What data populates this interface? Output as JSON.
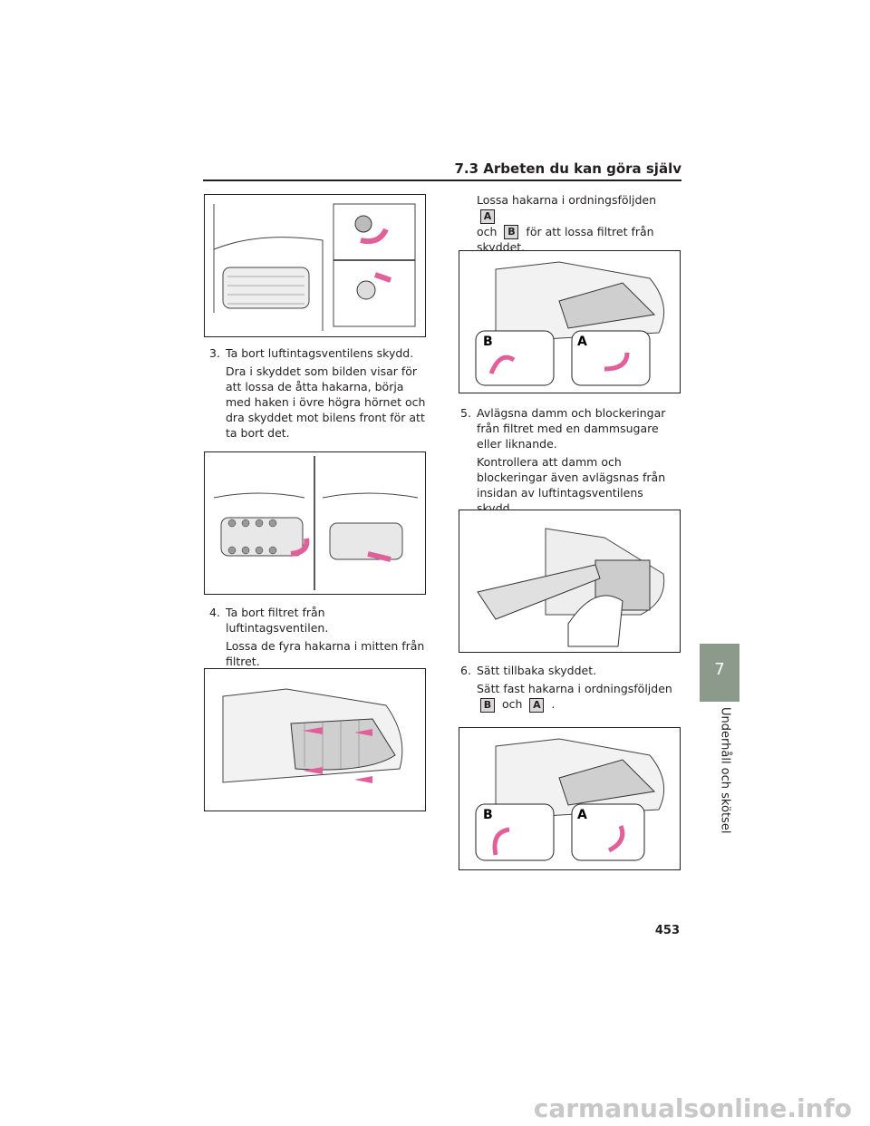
{
  "header": {
    "section_title": "7.3  Arbeten du kan göra själv"
  },
  "steps": {
    "step3": {
      "num": "3.",
      "title": "Ta bort luftintagsventilens skydd.",
      "detail": "Dra i skyddet som bilden visar för att lossa de åtta hakarna, börja med haken i övre högra hörnet och dra skyddet mot bilens front för att ta bort det."
    },
    "step4": {
      "num": "4.",
      "title": "Ta bort filtret från luftintagsventilen.",
      "detail": "Lossa de fyra hakarna i mitten från filtret."
    },
    "step4b": {
      "part1": "Lossa hakarna i ordningsföljden",
      "box_a": "A",
      "part2": "och",
      "box_b": "B",
      "part3": "för att lossa filtret från skyddet."
    },
    "step5": {
      "num": "5.",
      "title": "Avlägsna damm och blockeringar från filtret med en dammsugare eller liknande.",
      "detail": "Kontrollera att damm och blockeringar även avlägsnas från insidan av luftintagsventilens skydd."
    },
    "step6": {
      "num": "6.",
      "title": "Sätt tillbaka skyddet.",
      "detail_part1": "Sätt fast hakarna i ordningsföljden",
      "box_b": "B",
      "part2": "och",
      "box_a": "A",
      "part3": "."
    }
  },
  "figures": {
    "label_a": "A",
    "label_b": "B"
  },
  "side_tab": {
    "number": "7",
    "label": "Underhåll och skötsel"
  },
  "page_number": "453",
  "watermark": "carmanualsonline.info",
  "colors": {
    "accent_pink": "#e0609a",
    "tab_green": "#8c9a8c"
  }
}
